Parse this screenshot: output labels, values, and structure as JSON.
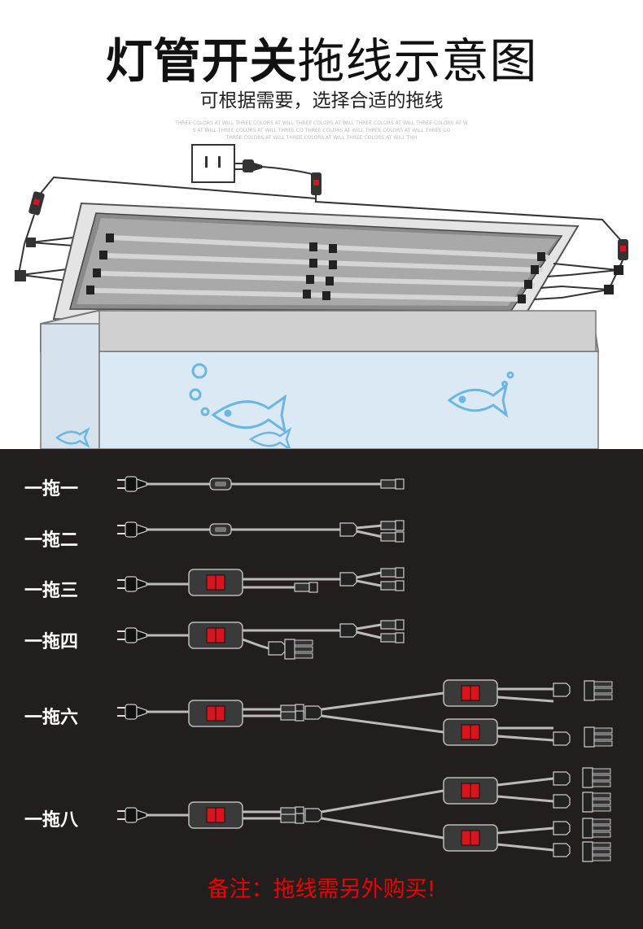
{
  "header": {
    "title_bold": "灯管开关",
    "title_light": "拖线示意图",
    "subtitle": "可根据需要，选择合适的拖线",
    "fine_print": [
      "THREE COLORS AT WILL THREE COLORS AT WILL THREE COLORS AT WILL THREE COLORS AT WILL THREE COLORS AT W",
      "S AT WILL THREE COLORS AT WILL THREE CO THREE COLORS AT WILL THREE COLORS AT WILL THREE CO",
      "THREE COLORS AT WILL THREE COLORS AT WILL THREE COLORS AT WILL THH"
    ]
  },
  "cables": [
    {
      "label": "一拖一",
      "type": "1to1"
    },
    {
      "label": "一拖二",
      "type": "1to2"
    },
    {
      "label": "一拖三",
      "type": "1to3"
    },
    {
      "label": "一拖四",
      "type": "1to4"
    },
    {
      "label": "一拖六",
      "type": "1to6"
    },
    {
      "label": "一拖八",
      "type": "1to8"
    }
  ],
  "footer": {
    "note": "备注：拖线需另外购买!"
  },
  "colors": {
    "background_dark": "#221e1e",
    "note_red": "#e00000",
    "switch_red": "#d8141c",
    "tank_water": "#dbe9f5",
    "fish_blue": "#6cb6e2"
  }
}
